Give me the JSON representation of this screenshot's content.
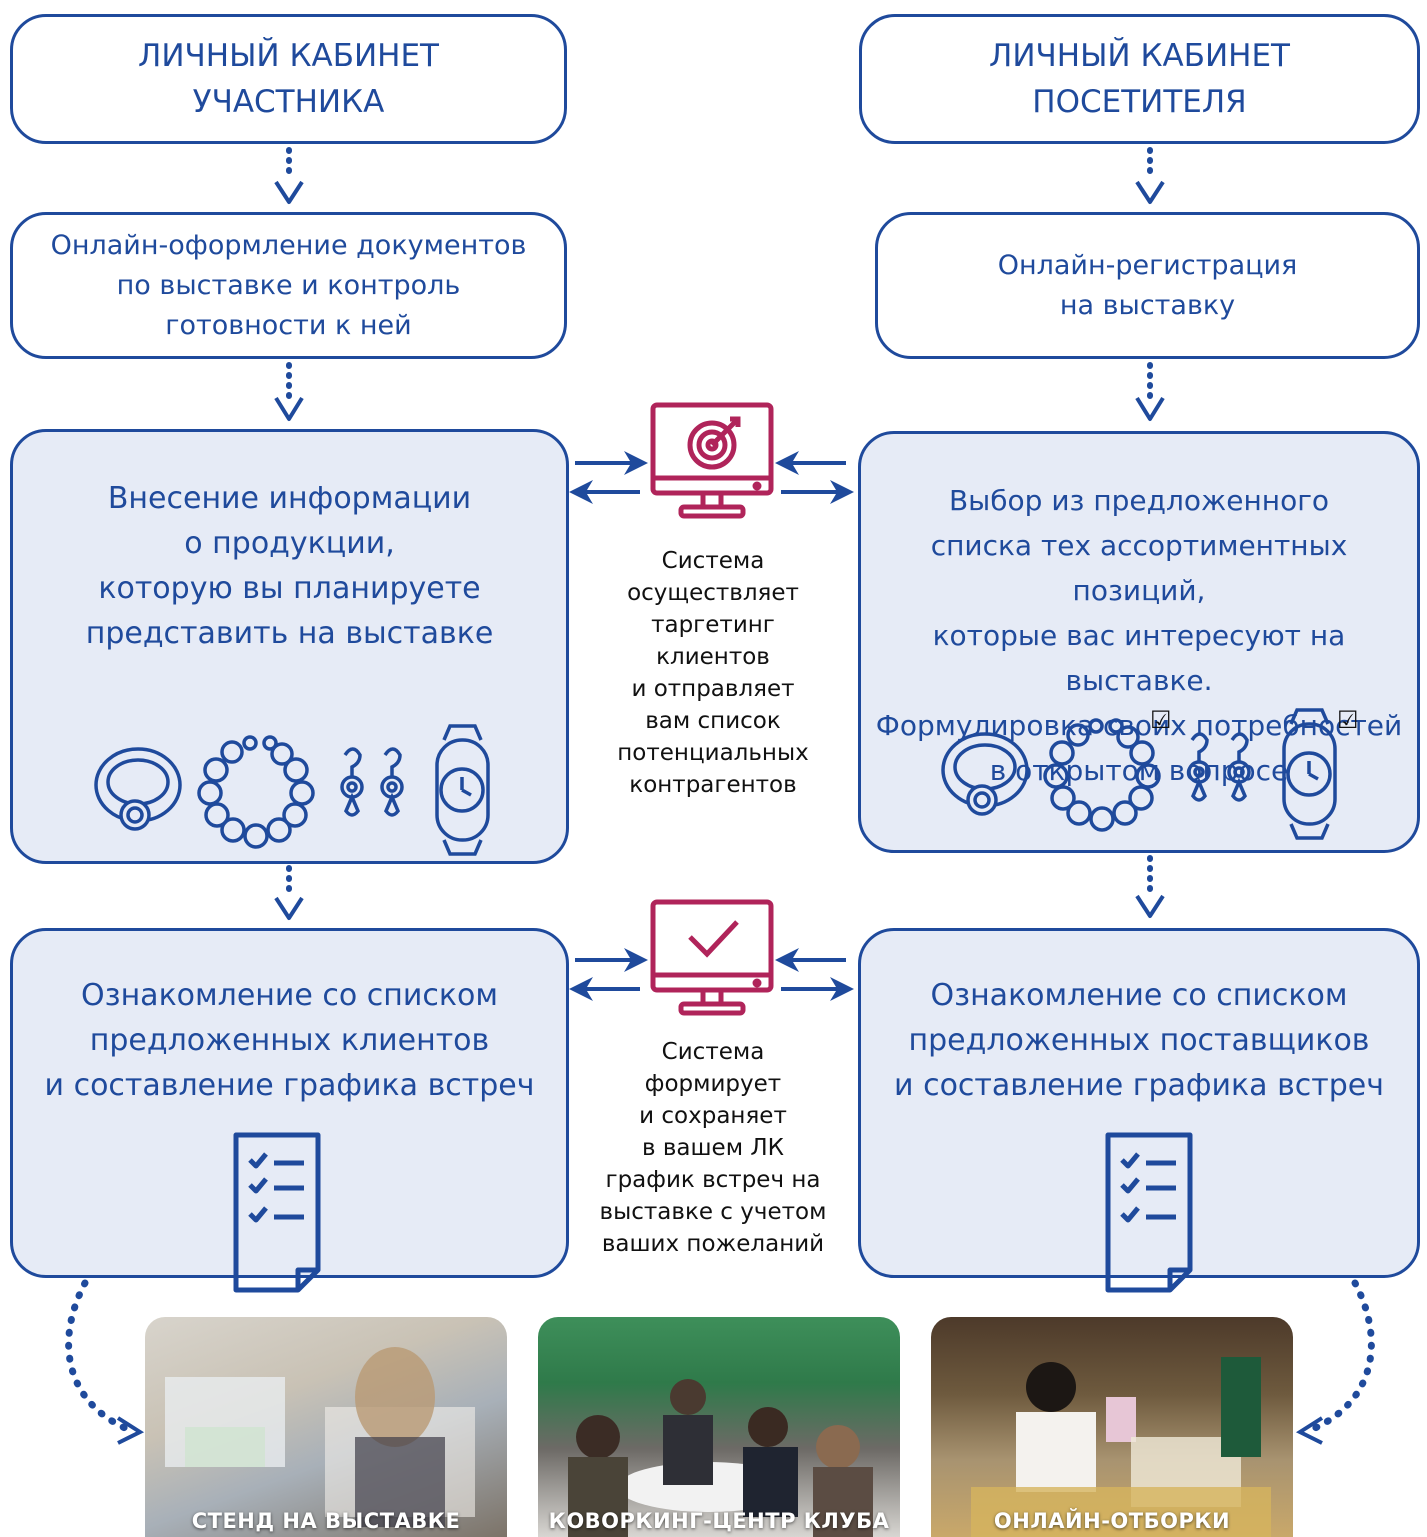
{
  "participant": {
    "cabinet": "ЛИЧНЫЙ КАБИНЕТ\nУЧАСТНИКА",
    "step1": "Онлайн-оформление документов\nпо выставке и контроль\nготовности к ней",
    "step2": "Внесение информации\nо продукции,\nкоторую вы планируете\nпредставить на выставке",
    "step3": "Ознакомление со списком\nпредложенных клиентов\nи составление графика встреч"
  },
  "visitor": {
    "cabinet": "ЛИЧНЫЙ КАБИНЕТ\nПОСЕТИТЕЛЯ",
    "step1": "Онлайн-регистрация\nна выставку",
    "step2": "Выбор из предложенного\nсписка тех ассортиментных позиций,\nкоторые вас интересуют на выставке.\nФормулировка своих потребностей\nв открытом вопросе",
    "step3": "Ознакомление со списком\nпредложенных поставщиков\nи составление графика встреч"
  },
  "system": {
    "targeting": "Система\nосуществляет\nтаргетинг\nклиентов\nи отправляет\nвам список\nпотенциальных\nконтрагентов",
    "schedule": "Система\nформирует\nи сохраняет\nв вашем ЛК\nграфик встреч на\nвыставке с учетом\nваших пожеланий"
  },
  "checkbox_glyph": "☑",
  "outcomes": [
    "СТЕНД НА ВЫСТАВКЕ",
    "КОВОРКИНГ-ЦЕНТР КЛУБА",
    "ОНЛАЙН-ОТБОРКИ"
  ],
  "colors": {
    "blue": "#1f4a9c",
    "crimson": "#b0245a",
    "box_fill": "#e6ebf6"
  }
}
